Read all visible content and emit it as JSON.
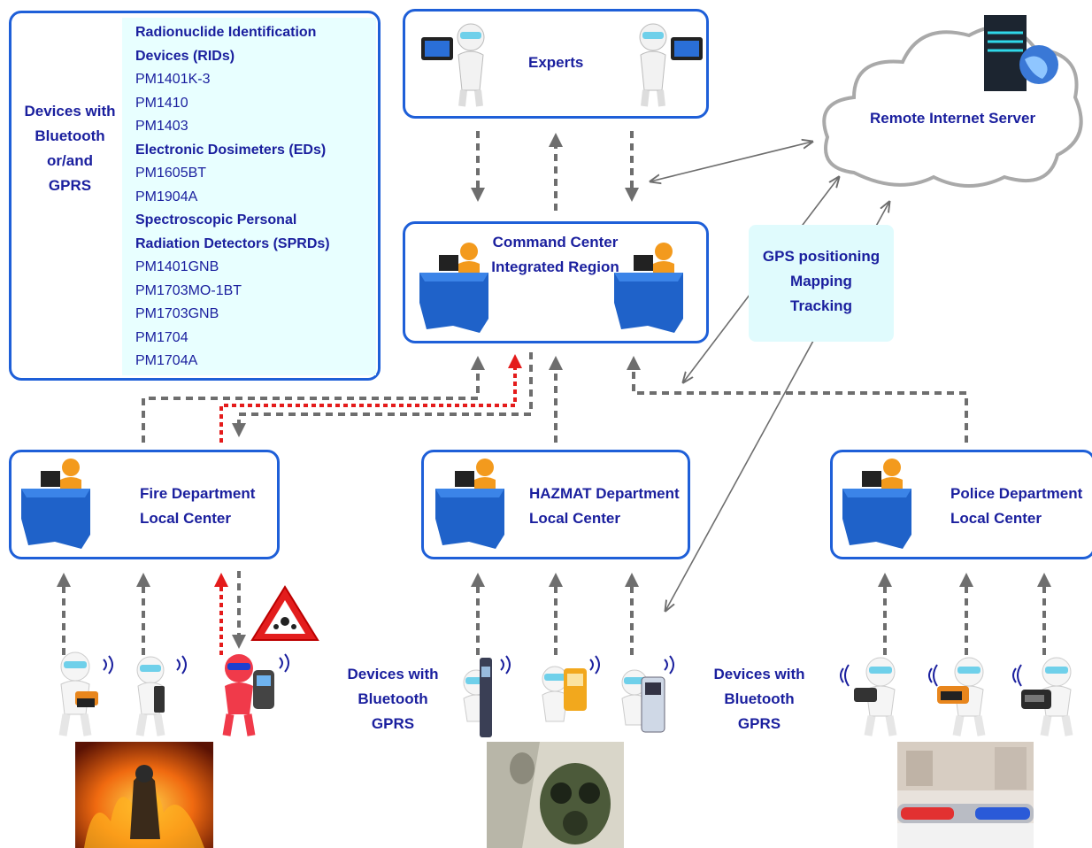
{
  "devices_panel": {
    "side_label": [
      "Devices with",
      "Bluetooth",
      "or/and",
      "GPRS"
    ],
    "entries": [
      {
        "text": "Radionuclide Identification",
        "bold": true
      },
      {
        "text": "Devices (RIDs)",
        "bold": true
      },
      {
        "text": "PM1401K-3",
        "bold": false
      },
      {
        "text": "PM1410",
        "bold": false
      },
      {
        "text": "PM1403",
        "bold": false
      },
      {
        "text": "Electronic Dosimeters (EDs)",
        "bold": true
      },
      {
        "text": "PM1605BT",
        "bold": false
      },
      {
        "text": "PM1904A",
        "bold": false
      },
      {
        "text": "Spectroscopic Personal",
        "bold": true
      },
      {
        "text": "Radiation Detectors (SPRDs)",
        "bold": true
      },
      {
        "text": "PM1401GNB",
        "bold": false
      },
      {
        "text": "PM1703MO-1BT",
        "bold": false
      },
      {
        "text": "PM1703GNB",
        "bold": false
      },
      {
        "text": "PM1704",
        "bold": false
      },
      {
        "text": "PM1704A",
        "bold": false
      }
    ]
  },
  "experts": {
    "label": "Experts"
  },
  "server": {
    "label": "Remote Internet Server"
  },
  "command_center": {
    "line1": "Command Center",
    "line2": "Integrated Region"
  },
  "gps": {
    "line1": "GPS positioning",
    "line2": "Mapping",
    "line3": "Tracking"
  },
  "fire": {
    "line1": "Fire Department",
    "line2": "Local Center"
  },
  "hazmat": {
    "line1": "HAZMAT Department",
    "line2": "Local Center"
  },
  "police": {
    "line1": "Police Department",
    "line2": "Local Center"
  },
  "devices_mid": {
    "line1": "Devices with",
    "line2": "Bluetooth",
    "line3": "GPRS"
  },
  "devices_right": {
    "line1": "Devices with",
    "line2": "Bluetooth",
    "line3": "GPRS"
  },
  "colors": {
    "border": "#1e5fd8",
    "text": "#1a1f9e",
    "arrow_gray": "#6e6e6e",
    "arrow_red": "#e41b1b",
    "panel_bg": "#e8ffff"
  }
}
